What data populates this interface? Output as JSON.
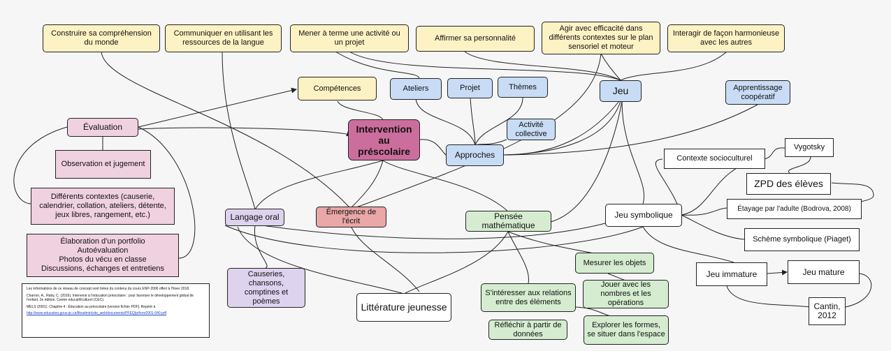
{
  "nodes": {
    "construire": "Construire sa compréhension du monde",
    "communiquer": "Communiquer en utilisant les ressources de la langue",
    "mener": "Mener à terme une activité ou un projet",
    "affirmer": "Affirmer sa personnalité",
    "agir": "Agir avec efficacité dans différents contextes sur le plan sensoriel et moteur",
    "interagir": "Interagir de façon harmonieuse avec les autres",
    "competences": "Compétences",
    "ateliers": "Ateliers",
    "projet": "Projet",
    "themes": "Thèmes",
    "jeu": "Jeu",
    "apprentissage": "Apprentissage coopératif",
    "evaluation": "Évaluation",
    "intervention": "Intervention au préscolaire",
    "activite": "Activité collective",
    "approches": "Approches",
    "observation": "Observation et jugement",
    "contextes": "Différents contextes (causerie, calendrier, collation, ateliers, détente, jeux libres, rangement, etc.)",
    "contexte_socio": "Contexte socioculturel",
    "vygotsky": "Vygotsky",
    "zpd": "ZPD des élèves",
    "etayage": "Étayage par l'adulte (Bodrova, 2008)",
    "langage": "Langage oral",
    "emergence": "Émergence de l'écrit",
    "pensee": "Pensée mathématique",
    "jeu_symbolique": "Jeu symbolique",
    "schema": "Schème symbolique (Piaget)",
    "elaboration": "Élaboration d'un portfolio\nAutoévaluation\nPhotos du vécu en classe\nDiscussions, échanges et entretiens",
    "mesurer": "Mesurer les objets",
    "jeu_immature": "Jeu immature",
    "jeu_mature": "Jeu mature",
    "causeries": "Causeries, chansons, comptines et poèmes",
    "sinteresser": "S'intéresser aux relations entre des éléments",
    "jouer": "Jouer avec les nombres et les opérations",
    "litterature": "Littérature jeunesse",
    "reflechir": "Réfléchir à partir de données",
    "explorer": "Explorer les formes, se situer dans l'espace",
    "cantin": "Cantin, 2012"
  },
  "references": {
    "note": "Les informations de ce réseau de concept sont tirées du contenu du cours ENP-2006 offert à l'hiver 2018.",
    "charron": "Charron, A., Raby, C. (2016). Intervenir à l'éducation préscolaire : pour favoriser le développement global de l'enfant. 2e édition. Centre educatif/culturel (CEC).",
    "mels": "MELS (2001). Chapitre 4 : Éducation au préscolaire [version fichier PDF]. Repéré à",
    "url": "http://www.education.gouv.qc.ca/fileadmin/site_web/documents/PFEQ/prform2001-040.pdf"
  },
  "colors": {
    "yellow": "#fdf2c4",
    "blue": "#c9dcf5",
    "pink": "#f0d1df",
    "green": "#d5ecd0",
    "lavender": "#ddd3ee",
    "red": "#e9a7a7",
    "main": "#cc6e9d"
  }
}
